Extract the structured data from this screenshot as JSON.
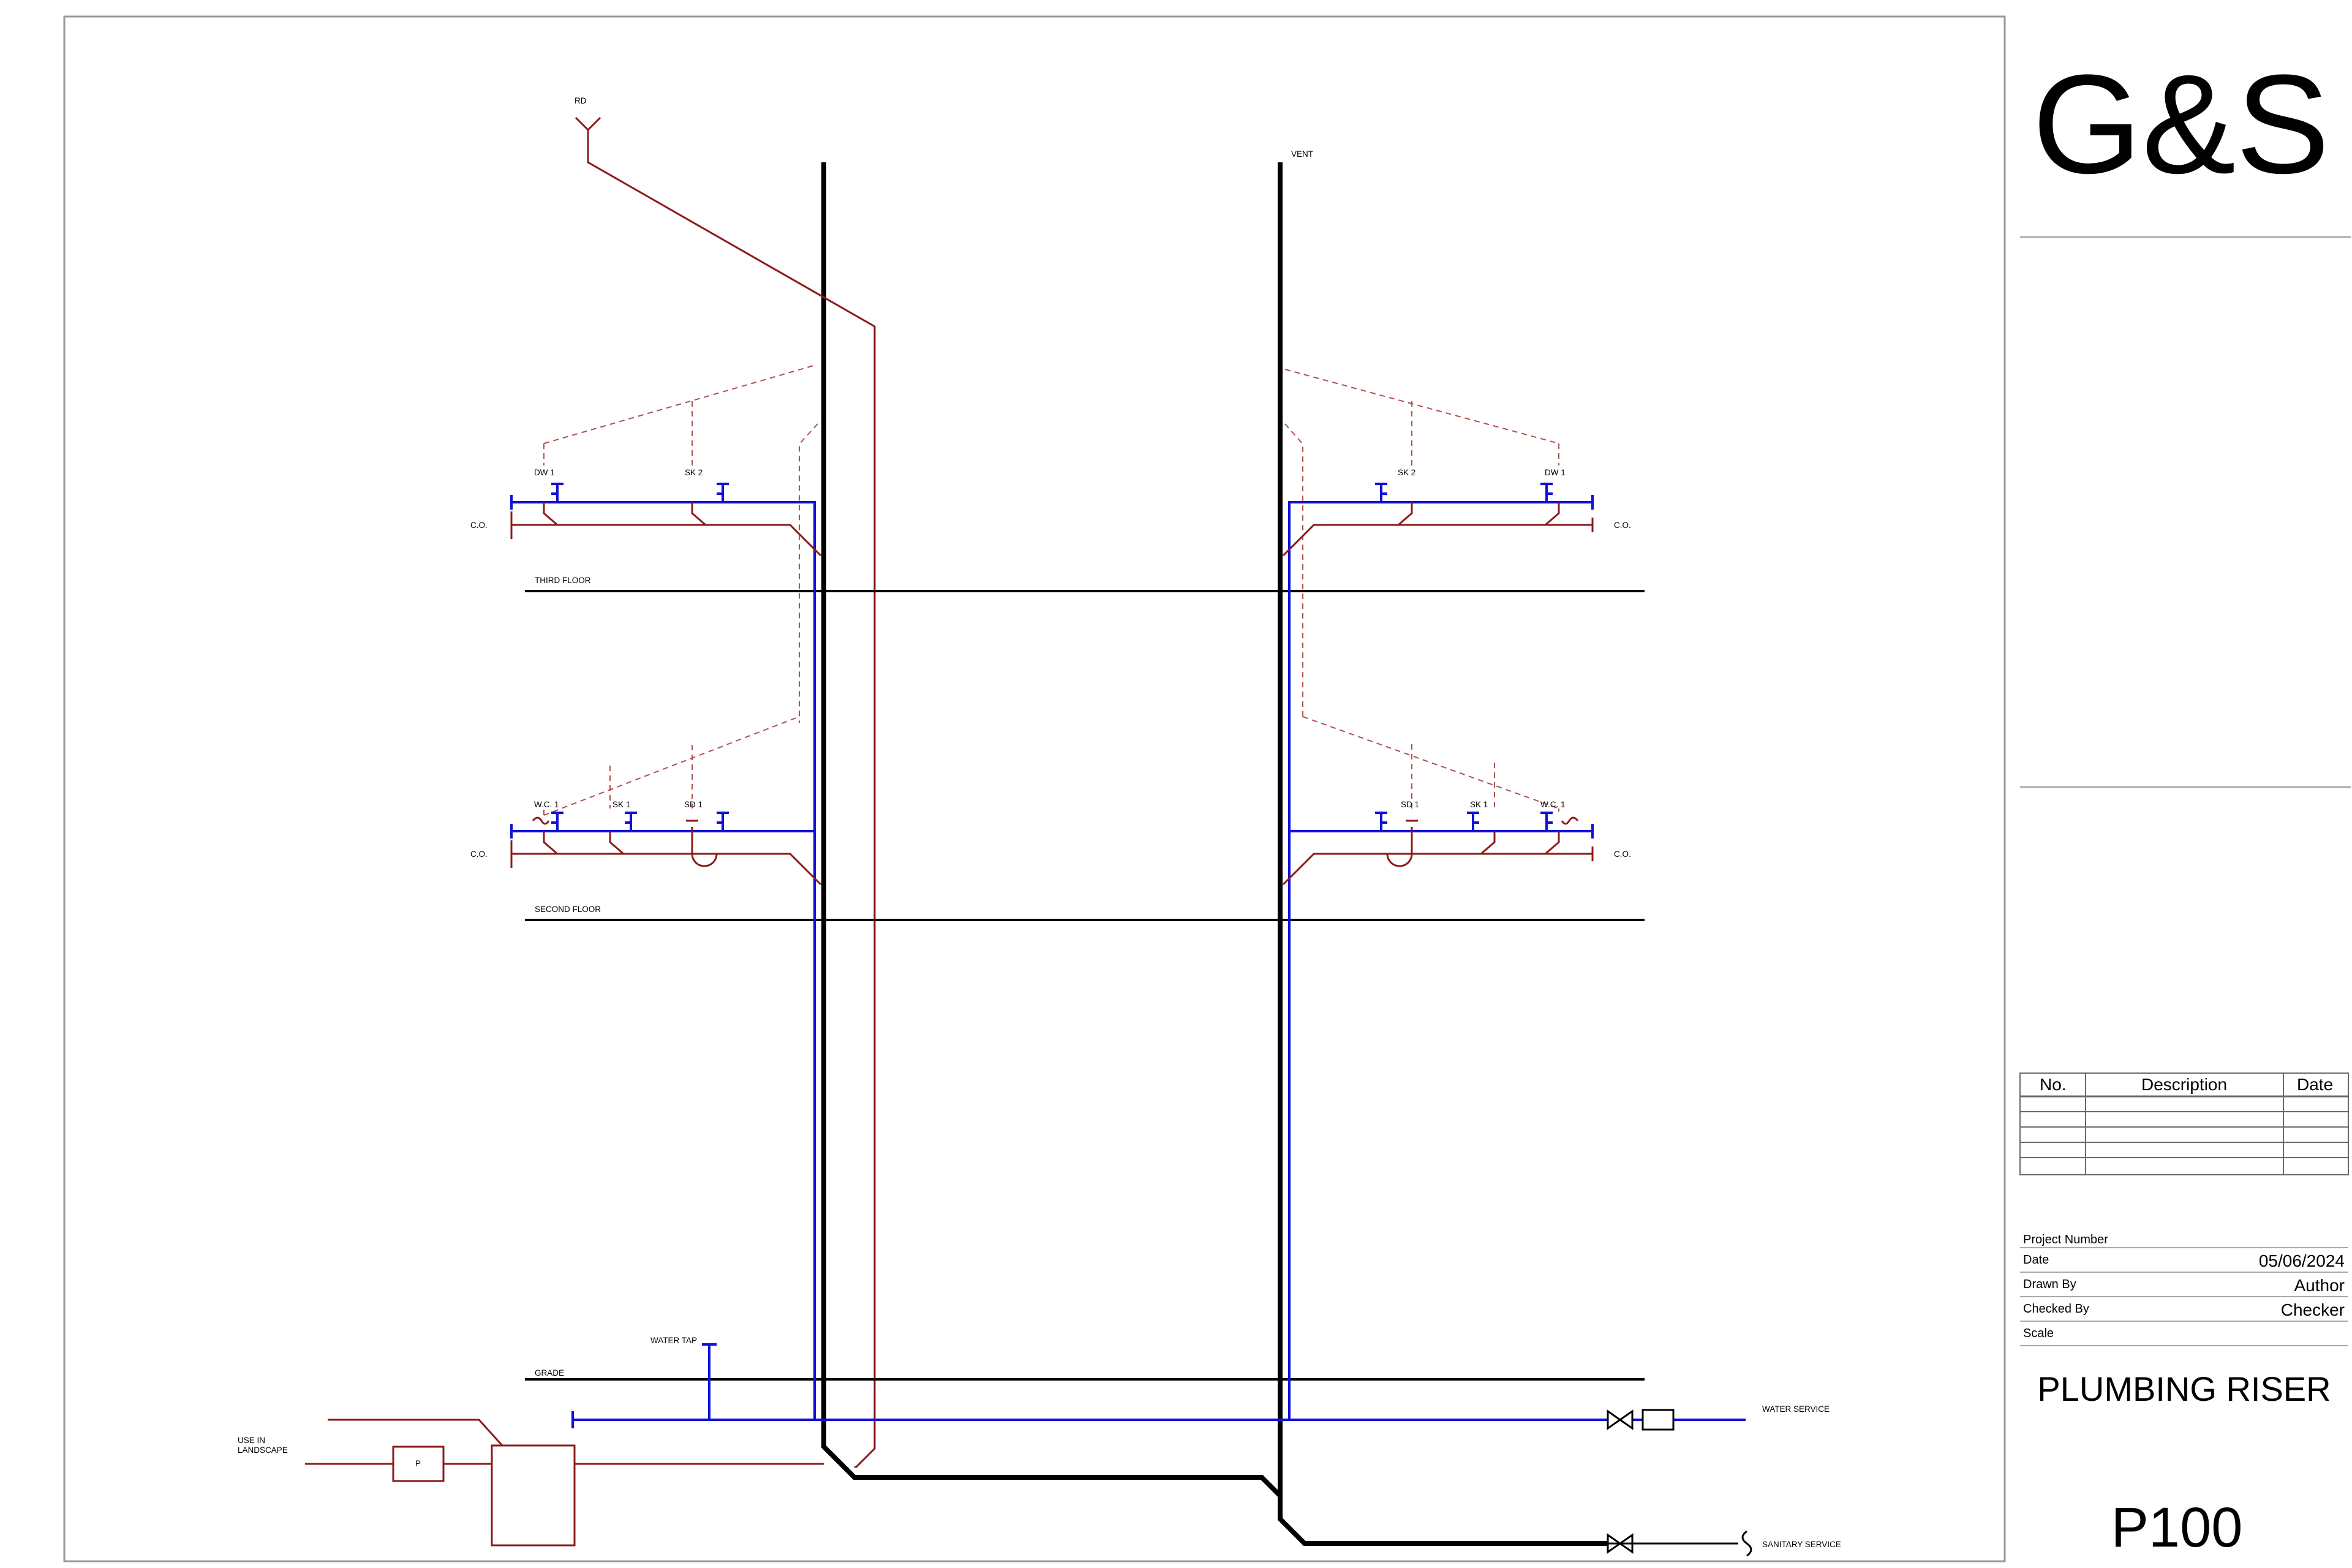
{
  "firm_logo": "G&S",
  "labels": {
    "rd": "RD",
    "vent": "VENT",
    "third_floor": "THIRD FLOOR",
    "second_floor": "SECOND FLOOR",
    "grade": "GRADE",
    "water_tap": "WATER TAP",
    "use_in": "USE IN",
    "landscape": "LANDSCAPE",
    "pump": "P",
    "water_service": "WATER SERVICE",
    "sanitary_service": "SANITARY SERVICE",
    "cleanout": "C.O."
  },
  "fixtures": {
    "third_left": [
      "DW 1",
      "SK 2"
    ],
    "third_right": [
      "SK 2",
      "DW 1"
    ],
    "second_left": [
      "W.C. 1",
      "SK 1",
      "SD 1"
    ],
    "second_right": [
      "SD 1",
      "SK 1",
      "W.C. 1"
    ]
  },
  "revision_table": {
    "headers": [
      "No.",
      "Description",
      "Date"
    ]
  },
  "title_block": {
    "project_number_label": "Project Number",
    "date_label": "Date",
    "date_value": "05/06/2024",
    "drawn_by_label": "Drawn By",
    "drawn_by_value": "Author",
    "checked_by_label": "Checked By",
    "checked_by_value": "Checker",
    "scale_label": "Scale",
    "sheet_name": "PLUMBING RISER",
    "sheet_number": "P100"
  },
  "colors": {
    "sanitary": "#8b1a1a",
    "water": "#1010d8",
    "stack": "#000000"
  }
}
